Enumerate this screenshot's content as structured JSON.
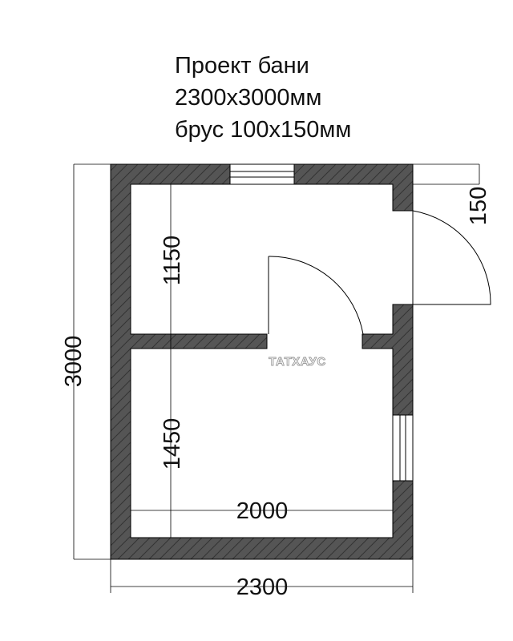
{
  "title": {
    "line1": "Проект бани",
    "line2": "2300x3000мм",
    "line3": "брус 100x150мм"
  },
  "dimensions": {
    "total_width": "2300",
    "total_height": "3000",
    "inner_width": "2000",
    "upper_room_height": "1150",
    "lower_room_height": "1450",
    "wall_thickness": "150"
  },
  "watermark": "ТАТХАУС",
  "colors": {
    "wall_fill": "#555555",
    "hatch": "#333333",
    "line": "#000000"
  }
}
